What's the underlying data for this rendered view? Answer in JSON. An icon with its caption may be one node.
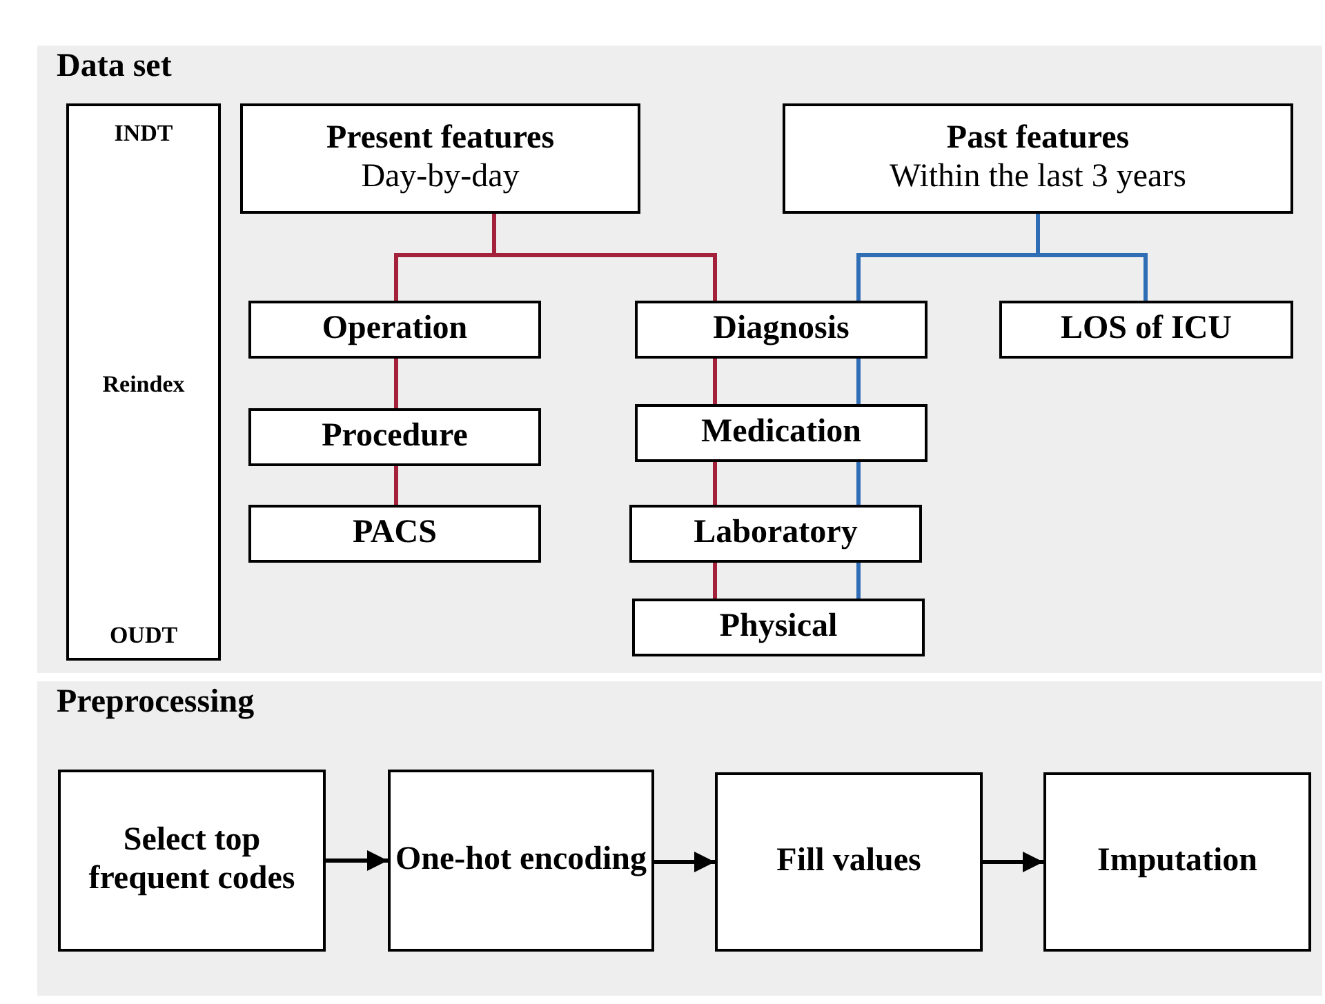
{
  "diagram": {
    "nodes": [
      {
        "text": [
          "Data set"
        ]
      },
      {
        "text": [
          "INDT",
          "Reindex",
          "OUDT"
        ],
        "in": 0
      },
      {
        "text": [
          "Present features",
          "Day-by-day"
        ],
        "in": 0
      },
      {
        "text": [
          "Past features",
          "Within the last 3 years"
        ],
        "in": 0
      },
      {
        "text": [
          "Operation"
        ],
        "in": 0
      },
      {
        "text": [
          "Diagnosis"
        ],
        "in": 0
      },
      {
        "text": [
          "LOS of ICU"
        ],
        "in": 0
      },
      {
        "text": [
          "Procedure"
        ],
        "in": 0
      },
      {
        "text": [
          "Medication"
        ],
        "in": 0
      },
      {
        "text": [
          "PACS"
        ],
        "in": 0
      },
      {
        "text": [
          "Laboratory"
        ],
        "in": 0
      },
      {
        "text": [
          "Physical"
        ],
        "in": 0
      },
      {
        "text": [
          "Preprocessing"
        ]
      },
      {
        "text": [
          "Select top frequent codes"
        ],
        "in": 12
      },
      {
        "text": [
          "One-hot encoding"
        ],
        "in": 12
      },
      {
        "text": [
          "Fill values"
        ],
        "in": 12
      },
      {
        "text": [
          "Imputation"
        ],
        "in": 12
      }
    ],
    "edges": [
      {
        "from": 2,
        "to": 4,
        "arrow": "none"
      },
      {
        "from": 2,
        "to": 5,
        "arrow": "none"
      },
      {
        "from": 3,
        "to": 5,
        "arrow": "none",
        "color": "#2f6db5"
      },
      {
        "from": 3,
        "to": 6,
        "arrow": "none",
        "color": "#2f6db5"
      },
      {
        "from": 4,
        "to": 7,
        "arrow": "none"
      },
      {
        "from": 7,
        "to": 9,
        "arrow": "none"
      },
      {
        "from": 5,
        "to": 8,
        "arrow": "none"
      },
      {
        "from": 8,
        "to": 10,
        "arrow": "none"
      },
      {
        "from": 10,
        "to": 11,
        "arrow": "none"
      },
      {
        "from": 5,
        "to": 8,
        "arrow": "none",
        "color": "#2f6db5"
      },
      {
        "from": 8,
        "to": 10,
        "arrow": "none",
        "color": "#2f6db5"
      },
      {
        "from": 10,
        "to": 11,
        "arrow": "none",
        "color": "#2f6db5"
      },
      {
        "from": 13,
        "to": 14,
        "arrow": "to",
        "color": "#000000"
      },
      {
        "from": 14,
        "to": 15,
        "arrow": "to",
        "color": "#000000"
      },
      {
        "from": 15,
        "to": 16,
        "arrow": "to",
        "color": "#000000"
      }
    ]
  }
}
